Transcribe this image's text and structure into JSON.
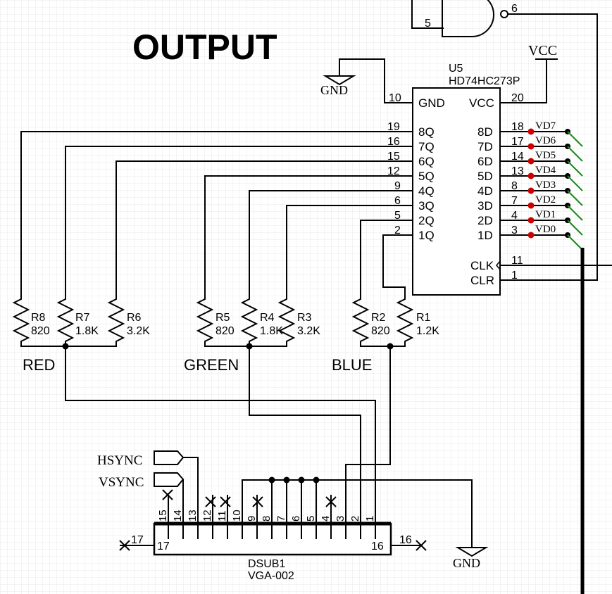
{
  "title": "OUTPUT",
  "power": {
    "vcc": "VCC",
    "gnd": "GND",
    "gnd_bottom": "GND"
  },
  "gate": {
    "pin_in": "5",
    "pin_out": "6"
  },
  "u5": {
    "ref": "U5",
    "part": "HD74HC273P",
    "pin_gnd_label": "GND",
    "pin_gnd_num": "10",
    "pin_vcc_label": "VCC",
    "pin_vcc_num": "20",
    "pin_clk_label": "CLK",
    "pin_clk_num": "11",
    "pin_clr_label": "CLR",
    "pin_clr_num": "1",
    "q_pins": [
      {
        "label": "8Q",
        "num": "19"
      },
      {
        "label": "7Q",
        "num": "16"
      },
      {
        "label": "6Q",
        "num": "15"
      },
      {
        "label": "5Q",
        "num": "12"
      },
      {
        "label": "4Q",
        "num": "9"
      },
      {
        "label": "3Q",
        "num": "6"
      },
      {
        "label": "2Q",
        "num": "5"
      },
      {
        "label": "1Q",
        "num": "2"
      }
    ],
    "d_pins": [
      {
        "label": "8D",
        "num": "18",
        "net": "VD7"
      },
      {
        "label": "7D",
        "num": "17",
        "net": "VD6"
      },
      {
        "label": "6D",
        "num": "14",
        "net": "VD5"
      },
      {
        "label": "5D",
        "num": "13",
        "net": "VD4"
      },
      {
        "label": "4D",
        "num": "8",
        "net": "VD3"
      },
      {
        "label": "3D",
        "num": "7",
        "net": "VD2"
      },
      {
        "label": "2D",
        "num": "4",
        "net": "VD1"
      },
      {
        "label": "1D",
        "num": "3",
        "net": "VD0"
      }
    ]
  },
  "resistors": [
    {
      "ref": "R8",
      "value": "820"
    },
    {
      "ref": "R7",
      "value": "1.8K"
    },
    {
      "ref": "R6",
      "value": "3.2K"
    },
    {
      "ref": "R5",
      "value": "820"
    },
    {
      "ref": "R4",
      "value": "1.8K"
    },
    {
      "ref": "R3",
      "value": "3.2K"
    },
    {
      "ref": "R2",
      "value": "820"
    },
    {
      "ref": "R1",
      "value": "1.2K"
    }
  ],
  "groups": {
    "red": "RED",
    "green": "GREEN",
    "blue": "BLUE"
  },
  "ports": {
    "hsync": "HSYNC",
    "vsync": "VSYNC"
  },
  "dsub": {
    "ref": "DSUB1",
    "part": "VGA-002",
    "pins_top": [
      "15",
      "14",
      "13",
      "12",
      "11",
      "10",
      "9",
      "8",
      "7",
      "6",
      "5",
      "4",
      "3",
      "2",
      "1"
    ],
    "pin_left": "17",
    "pin_right": "16",
    "pin_left_inner": "17",
    "pin_right_inner": "16"
  },
  "colors": {
    "wire": "#000000",
    "junction_red": "#cc0000",
    "bus_entry": "#1a8a1a",
    "grid": "#e6e6e6"
  }
}
